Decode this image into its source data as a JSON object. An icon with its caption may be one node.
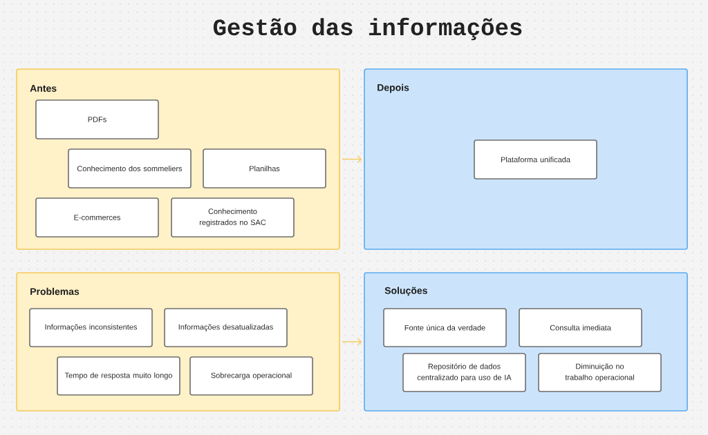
{
  "diagram": {
    "title": "Gestão das informações",
    "nodes": [
      {
        "text": [
          "Antes"
        ]
      },
      {
        "text": [
          "PDFs"
        ],
        "in": 0
      },
      {
        "text": [
          "Conhecimento dos sommeliers"
        ],
        "in": 0
      },
      {
        "text": [
          "Planilhas"
        ],
        "in": 0
      },
      {
        "text": [
          "E-commerces"
        ],
        "in": 0
      },
      {
        "text": [
          "Conhecimento registrados no SAC"
        ],
        "in": 0
      },
      {
        "text": [
          "Depois"
        ]
      },
      {
        "text": [
          "Plataforma unificada"
        ],
        "in": 6
      },
      {
        "text": [
          "Problemas"
        ]
      },
      {
        "text": [
          "Informações inconsistentes"
        ],
        "in": 8
      },
      {
        "text": [
          "Informações desatualizadas"
        ],
        "in": 8
      },
      {
        "text": [
          "Tempo de resposta muito longo"
        ],
        "in": 8
      },
      {
        "text": [
          "Sobrecarga operacional"
        ],
        "in": 8
      },
      {
        "text": [
          "Soluções"
        ]
      },
      {
        "text": [
          "Fonte única da verdade"
        ],
        "in": 13
      },
      {
        "text": [
          "Consulta imediata"
        ],
        "in": 13
      },
      {
        "text": [
          "Repositório de dados centralizado para uso de IA"
        ],
        "in": 13
      },
      {
        "text": [
          "Diminuição no trabalho operacional"
        ],
        "in": 13
      }
    ],
    "edges": [
      {
        "from": 0,
        "to": 6,
        "arrow": "to"
      },
      {
        "from": 8,
        "to": 13,
        "arrow": "to"
      }
    ]
  }
}
